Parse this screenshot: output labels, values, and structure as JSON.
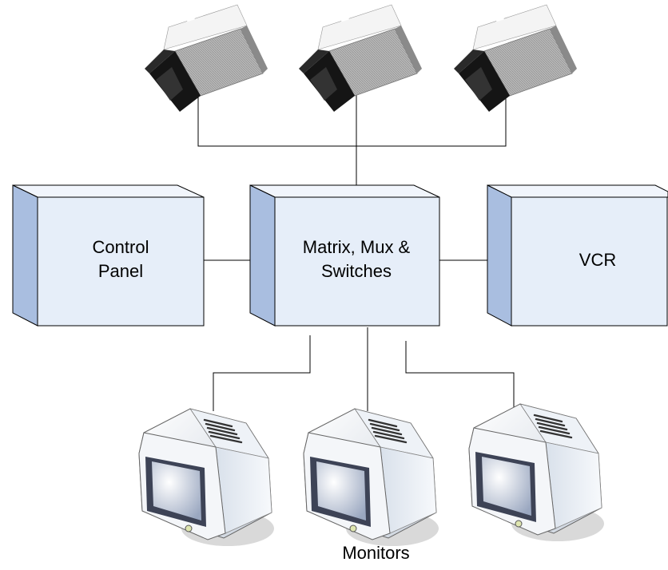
{
  "diagram": {
    "nodes": {
      "control_panel": {
        "line1": "Control",
        "line2": "Panel"
      },
      "matrix": {
        "line1": "Matrix, Mux &",
        "line2": "Switches"
      },
      "vcr": {
        "label": "VCR"
      }
    },
    "monitors_caption": "Monitors",
    "cameras": [
      "camera-icon",
      "camera-icon",
      "camera-icon"
    ],
    "monitors": [
      "monitor-icon",
      "monitor-icon",
      "monitor-icon"
    ]
  },
  "colors": {
    "box_face": "#e6eef9",
    "box_side": "#a9bee0",
    "line": "#000000"
  }
}
